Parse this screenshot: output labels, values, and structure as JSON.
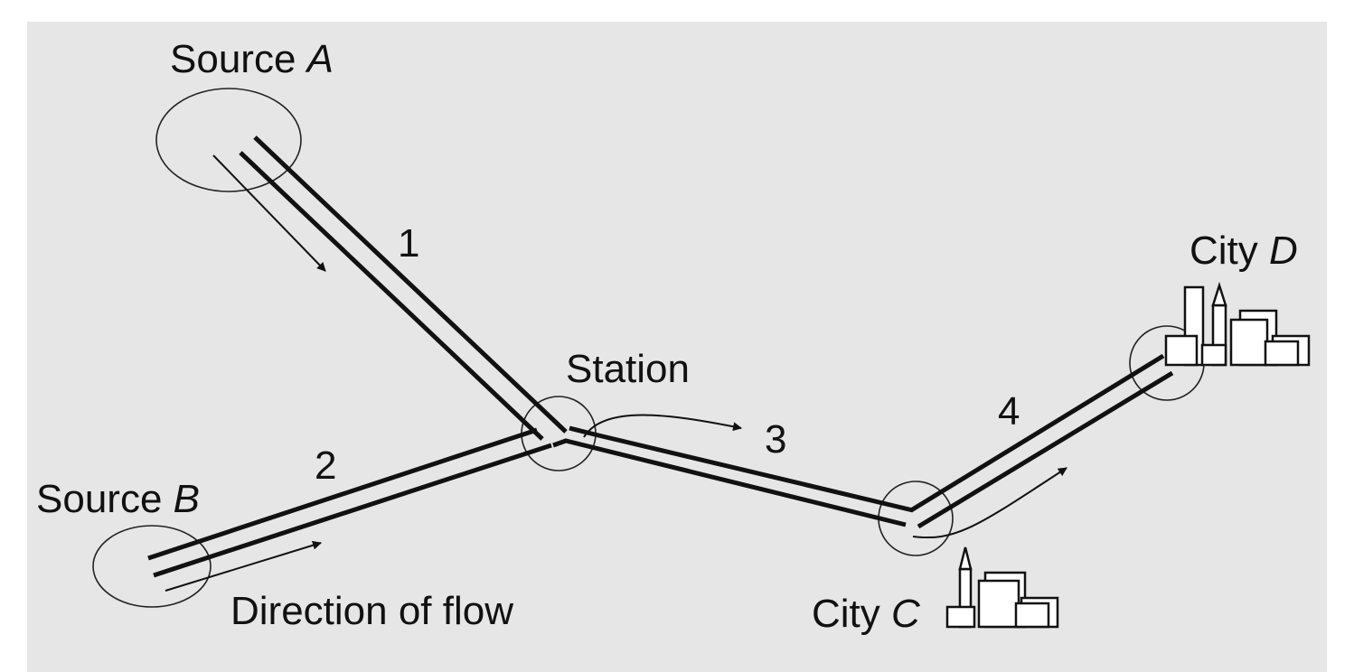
{
  "colors": {
    "background": "#e6e6e6",
    "ink": "#111111",
    "building_fill": "#ffffff"
  },
  "nodes": {
    "source_a": {
      "prefix": "Source ",
      "name": "A"
    },
    "source_b": {
      "prefix": "Source ",
      "name": "B"
    },
    "station": {
      "label": "Station"
    },
    "city_c": {
      "prefix": "City ",
      "name": "C"
    },
    "city_d": {
      "prefix": "City ",
      "name": "D"
    }
  },
  "pipelines": [
    {
      "id": "1",
      "label": "1"
    },
    {
      "id": "2",
      "label": "2"
    },
    {
      "id": "3",
      "label": "3"
    },
    {
      "id": "4",
      "label": "4"
    }
  ],
  "legend": {
    "flow_label": "Direction of flow"
  }
}
